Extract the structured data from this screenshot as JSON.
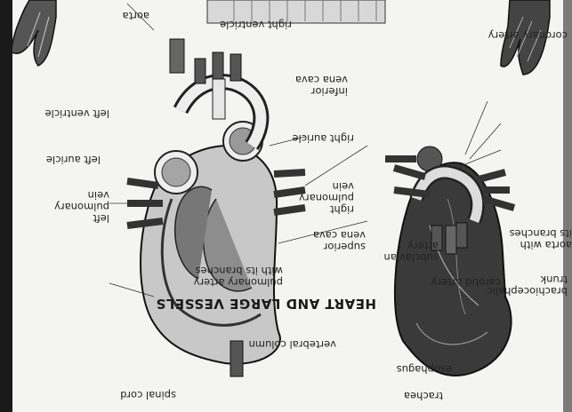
{
  "heading": "HEART AND LARGE VESSELS",
  "labels": {
    "coronary_artery": "coronary artery",
    "aorta_branches": "aorta with\nits branches",
    "brachiocephalic": "brachiocephalic\ntrunk",
    "carotid": "carotid artery",
    "subclavian": "subclavian\nartery",
    "superior_vena_cava": "superior\nvena cava",
    "pulmonary_artery": "pulmonary artery\nwith its branches",
    "left_pulmonary_vein": "left\npulmonary\nvein",
    "left_auricle": "left auricle",
    "left_ventricle": "left ventricle",
    "right_pulmonary_vein": "right\npulmonary\nvein",
    "right_auricle": "right auricle",
    "inferior_vena_cava": "inferior\nvena cava",
    "right_ventricle": "right ventricle",
    "aorta": "aorta",
    "vertebral_column": "vertebral column",
    "esophagus": "esophagus",
    "trachea": "trachea",
    "spinal_cord": "spinal cord"
  }
}
